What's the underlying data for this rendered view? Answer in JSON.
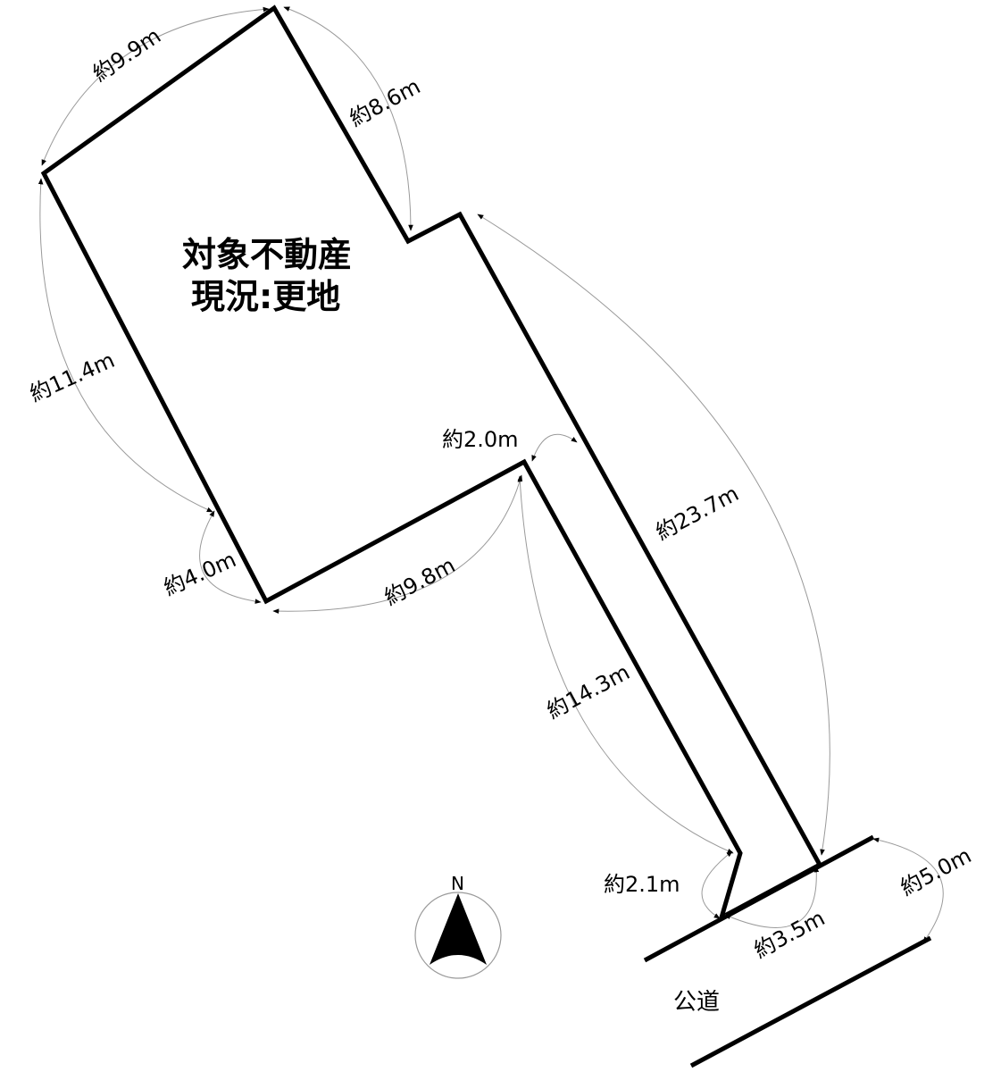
{
  "property": {
    "title": "対象不動産",
    "status": "現況:更地"
  },
  "road": {
    "label": "公道"
  },
  "compass": {
    "north_label": "N"
  },
  "dimensions": [
    {
      "id": "dim-9-9",
      "label": "約9.9m"
    },
    {
      "id": "dim-8-6",
      "label": "約8.6m"
    },
    {
      "id": "dim-11-4",
      "label": "約11.4m"
    },
    {
      "id": "dim-2-0",
      "label": "約2.0m"
    },
    {
      "id": "dim-23-7",
      "label": "約23.7m"
    },
    {
      "id": "dim-4-0",
      "label": "約4.0m"
    },
    {
      "id": "dim-9-8",
      "label": "約9.8m"
    },
    {
      "id": "dim-14-3",
      "label": "約14.3m"
    },
    {
      "id": "dim-2-1",
      "label": "約2.1m"
    },
    {
      "id": "dim-5-0",
      "label": "約5.0m"
    },
    {
      "id": "dim-3-5",
      "label": "約3.5m"
    }
  ],
  "colors": {
    "boundary": "#000000",
    "dimension_line": "#9a9a9a",
    "background": "#ffffff"
  }
}
